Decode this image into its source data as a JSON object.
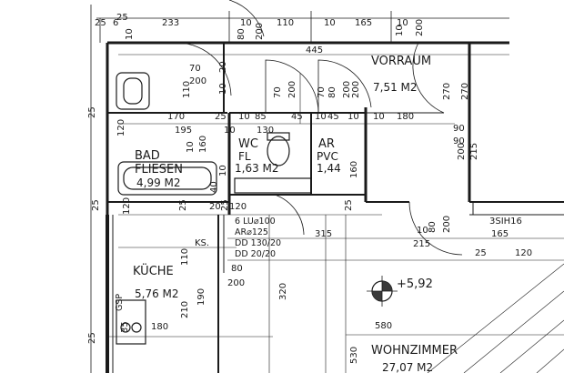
{
  "colors": {
    "ink": "#1a1a1a",
    "paper": "#ffffff",
    "fill": "#3a3a3a"
  },
  "rooms": {
    "vorraum": {
      "name": "VORRAUM",
      "area": "7,51 M2"
    },
    "bad": {
      "name": "BAD",
      "finish": "FLIESEN",
      "area": "4,99 M2"
    },
    "wc": {
      "name": "WC",
      "finish": "FL",
      "area": "1,63 M2"
    },
    "ar": {
      "name": "AR",
      "finish": "PVC",
      "area": "1,44"
    },
    "kueche": {
      "name": "KÜCHE",
      "area": "5,76 M2"
    },
    "wohnzimmer": {
      "name": "WOHNZIMMER",
      "area": "27,07 M2"
    }
  },
  "level_marker": {
    "value": "+5,92"
  },
  "stair_label": "3SIH16",
  "ks_label": "KS.",
  "gsp_label": "GSP",
  "vent_notes": {
    "lu": "6 LU⌀100",
    "ar": "AR⌀125",
    "dd1": "DD   130/20",
    "dd2": "DD   20/20"
  },
  "dimensions": {
    "d25a": "25",
    "d6": "6",
    "d233": "233",
    "d10a": "10",
    "d110a": "110",
    "d10b": "10",
    "d165a": "165",
    "d10c": "10",
    "d25b": "25",
    "d10d": "10",
    "d80a": "80",
    "d200a": "200",
    "d10e": "10",
    "d200b": "200",
    "d445": "445",
    "d70a": "70",
    "d200c": "200",
    "d110b": "110",
    "d20a": "20",
    "d10f": "10",
    "d70b": "70",
    "d200d": "200",
    "d80b": "80",
    "d200e": "200",
    "d70c": "70",
    "d200f": "200",
    "d270a": "270",
    "d270b": "270",
    "d25c": "25",
    "d170": "170",
    "d25d": "25",
    "d10g": "10",
    "d85": "85",
    "d45a": "45",
    "d10h": "10",
    "d45b": "45",
    "d10i": "10",
    "d10j": "10",
    "d180a": "180",
    "d120a": "120",
    "d195": "195",
    "d130": "130",
    "d10k": "10",
    "d90a": "90",
    "d90b": "90",
    "d200g": "200",
    "d215a": "215",
    "d10l": "10",
    "d160a": "160",
    "d40": "40",
    "d160b": "160",
    "d120b": "120",
    "d10m": "10",
    "d25e": "25",
    "d20b": "20",
    "d120c": "120",
    "d25f": "25",
    "d25g": "25",
    "d25h": "25",
    "d80c": "80",
    "d200h": "200",
    "d10n": "10",
    "d215b": "215",
    "d165b": "165",
    "d25i": "25",
    "d120d": "120",
    "d315": "315",
    "d110c": "110",
    "d80d": "80",
    "d200i": "200",
    "d190": "190",
    "d320": "320",
    "d210": "210",
    "d180b": "180",
    "d35": "35",
    "d580": "580",
    "d530": "530",
    "d25j": "25"
  }
}
